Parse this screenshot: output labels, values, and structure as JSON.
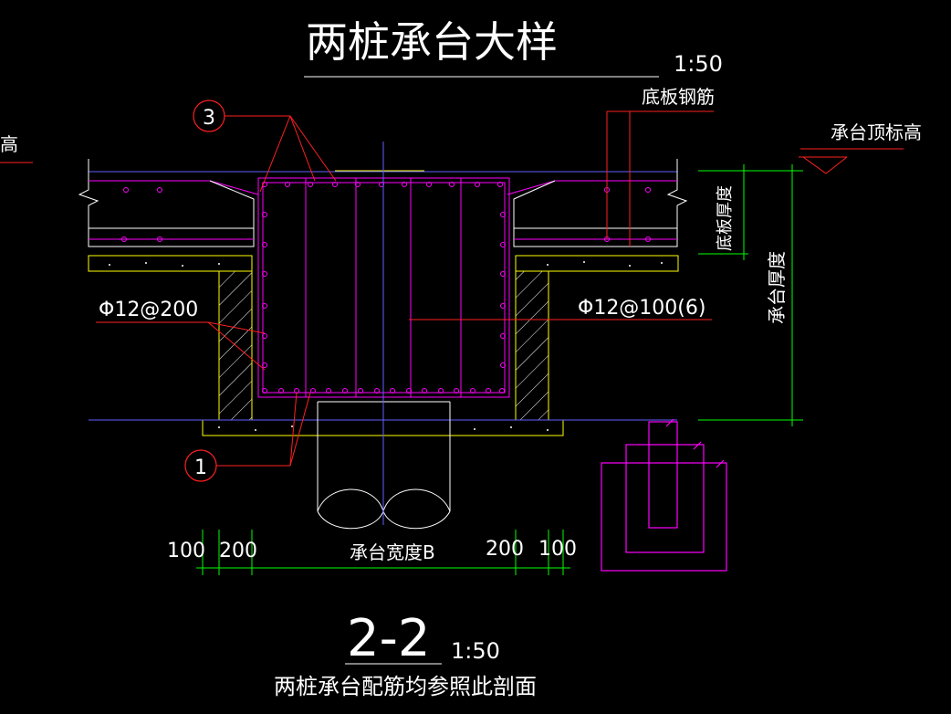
{
  "drawing": {
    "title": "两桩承台大样",
    "title_scale": "1:50",
    "section_label": "2-2",
    "section_scale": "1:50",
    "section_note": "两桩承台配筋均参照此剖面",
    "left_edge_text": "高"
  },
  "callouts": {
    "bubble_top": "3",
    "bubble_bottom": "1"
  },
  "labels": {
    "bottom_slab_rebar": "底板钢筋",
    "cap_top_elevation": "承台顶标高",
    "slab_thickness": "底板厚度",
    "cap_thickness": "承台厚度",
    "left_rebar": "Φ12@200",
    "right_rebar": "Φ12@100(6)",
    "cap_width": "承台宽度B"
  },
  "dimensions": {
    "d1": "100",
    "d2": "200",
    "d3": "200",
    "d4": "100"
  },
  "colors": {
    "background": "#000000",
    "magenta": "#ff00ff",
    "red": "#ff2020",
    "green": "#00ff00",
    "yellow": "#ffff00",
    "white": "#ffffff",
    "blue": "#6060ff"
  }
}
